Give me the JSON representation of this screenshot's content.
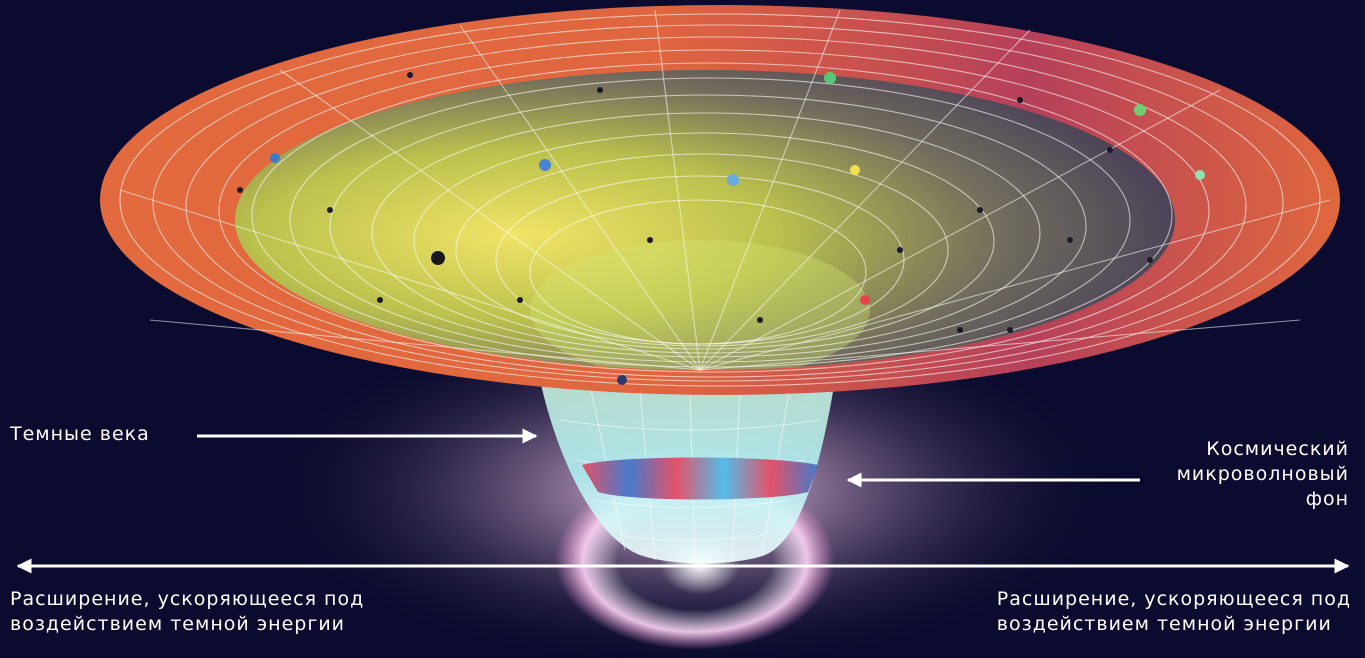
{
  "labels": {
    "dark_ages": "Темные века",
    "cmb": "Космический\nмикроволновый\nфон",
    "expansion_left": "Расширение, ускоряющееся под\nвоздействием темной энергии",
    "expansion_right": "Расширение, ускоряющееся под\nвоздействием темной энергии"
  },
  "colors": {
    "background": "#0a0b2e",
    "cone_orange": "#e0603a",
    "cone_yellow": "#e8e060",
    "cone_cyan": "#bdf2ee",
    "cmb_blue": "#3a6ec8",
    "cmb_red": "#e8425a",
    "glow": "#f4c8f0",
    "arrow": "#ffffff"
  }
}
